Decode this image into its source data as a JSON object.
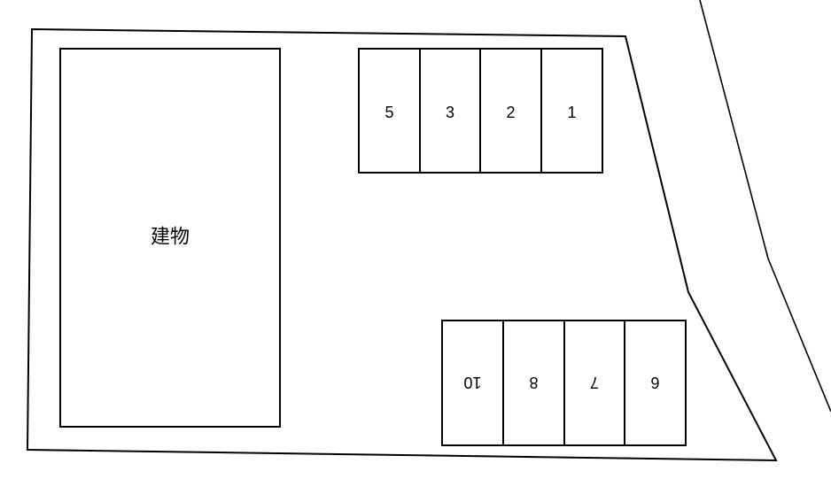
{
  "building": {
    "label": "建物"
  },
  "parking_top": [
    {
      "label": "5"
    },
    {
      "label": "3"
    },
    {
      "label": "2"
    },
    {
      "label": "1"
    }
  ],
  "parking_bottom": [
    {
      "label": "10",
      "upside_down": true
    },
    {
      "label": "8",
      "upside_down": true
    },
    {
      "label": "7",
      "upside_down": true
    },
    {
      "label": "6",
      "upside_down": true
    }
  ],
  "colors": {
    "line": "#000000",
    "background": "#ffffff"
  }
}
